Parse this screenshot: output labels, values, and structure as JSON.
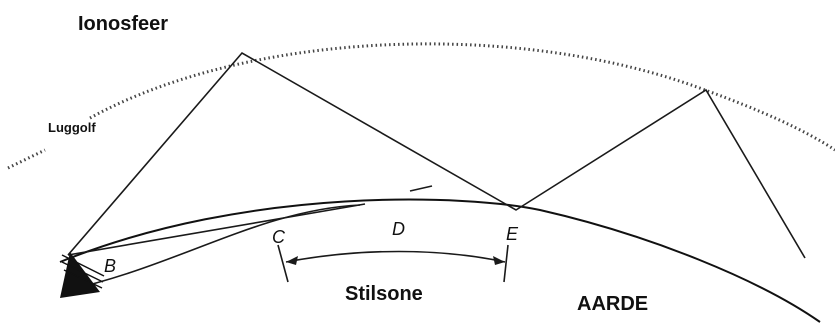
{
  "labels": {
    "ionosphere": "Ionosfeer",
    "skywave": "Luggolf",
    "point_b": "B",
    "point_c": "C",
    "point_d": "D",
    "point_e": "E",
    "skip_zone": "Stilsone",
    "earth": "AARDE"
  },
  "colors": {
    "line": "#1a1a1a",
    "ionosphere_speckle": "#444444",
    "background": "#ffffff"
  }
}
